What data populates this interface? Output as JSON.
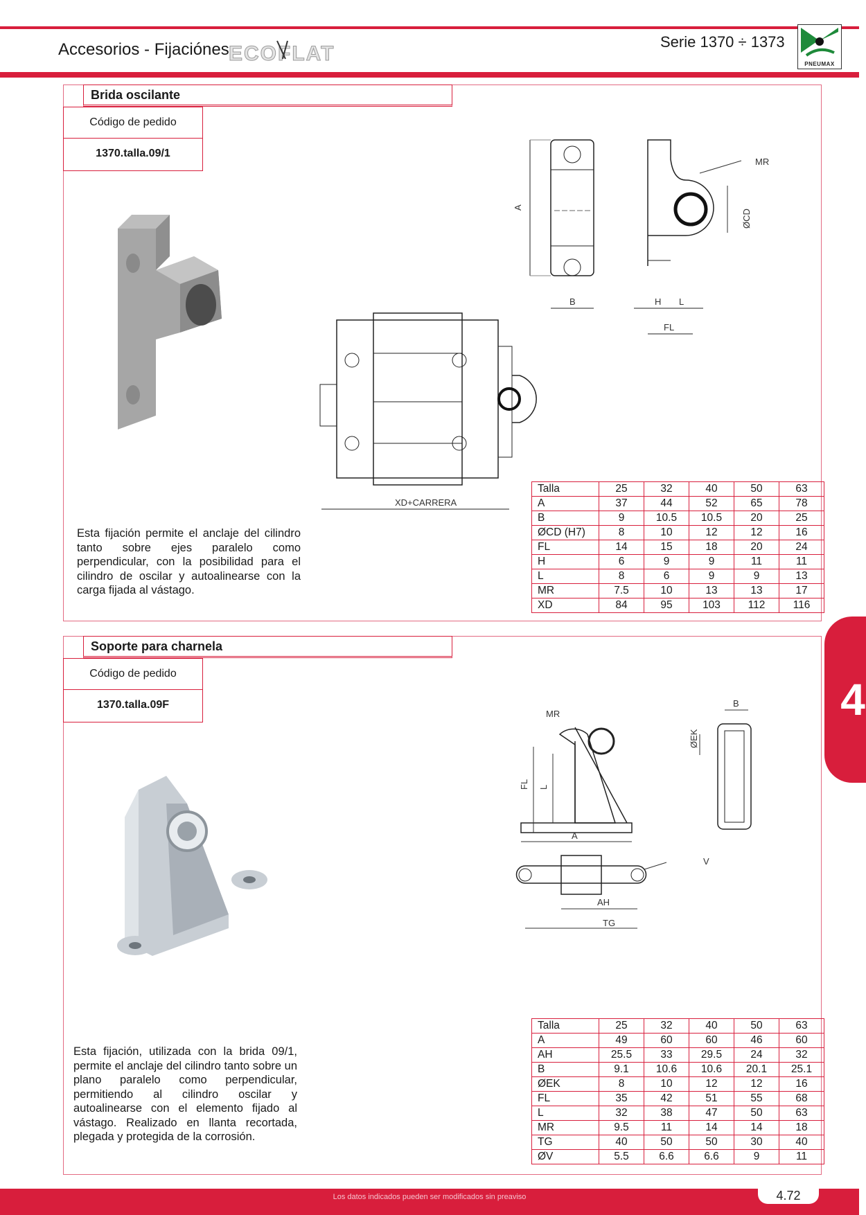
{
  "header": {
    "title": "Accesorios - Fijaciónes",
    "brand": "ECOFLAT",
    "series": "Serie 1370 ÷ 1373",
    "logo_text": "PNEUMAX"
  },
  "section1": {
    "title": "Brida oscilante",
    "order_label": "Código de pedido",
    "order_code": "1370.talla.09/1",
    "description": "Esta fijación permite el anclaje del cilindro tanto sobre ejes paralelo como perpendicular, con la posibilidad para el cilindro de oscilar y autoalinearse con la carga fijada al vástago.",
    "drawing_labels": {
      "a": "A",
      "b": "B",
      "mr": "MR",
      "cd": "ØCD",
      "h": "H",
      "l": "L",
      "fl": "FL",
      "xd": "XD+CARRERA"
    },
    "table": {
      "header": [
        "Talla",
        "25",
        "32",
        "40",
        "50",
        "63"
      ],
      "rows": [
        [
          "A",
          "37",
          "44",
          "52",
          "65",
          "78"
        ],
        [
          "B",
          "9",
          "10.5",
          "10.5",
          "20",
          "25"
        ],
        [
          "ØCD (H7)",
          "8",
          "10",
          "12",
          "12",
          "16"
        ],
        [
          "FL",
          "14",
          "15",
          "18",
          "20",
          "24"
        ],
        [
          "H",
          "6",
          "9",
          "9",
          "11",
          "11"
        ],
        [
          "L",
          "8",
          "6",
          "9",
          "9",
          "13"
        ],
        [
          "MR",
          "7.5",
          "10",
          "13",
          "13",
          "17"
        ],
        [
          "XD",
          "84",
          "95",
          "103",
          "112",
          "116"
        ]
      ]
    }
  },
  "section2": {
    "title": "Soporte para charnela",
    "order_label": "Código de pedido",
    "order_code": "1370.talla.09F",
    "description": "Esta fijación, utilizada con la brida 09/1, permite el anclaje del cilindro tanto sobre un plano paralelo como perpendicular, permitiendo al cilindro oscilar y autoalinearse con el elemento fijado al vástago. Realizado en llanta recortada, plegada y protegida de la corrosión.",
    "drawing_labels": {
      "mr": "MR",
      "fl": "FL",
      "l": "L",
      "a": "A",
      "b": "B",
      "ek": "ØEK",
      "v": "V",
      "ah": "AH",
      "tg": "TG"
    },
    "table": {
      "header": [
        "Talla",
        "25",
        "32",
        "40",
        "50",
        "63"
      ],
      "rows": [
        [
          "A",
          "49",
          "60",
          "60",
          "46",
          "60"
        ],
        [
          "AH",
          "25.5",
          "33",
          "29.5",
          "24",
          "32"
        ],
        [
          "B",
          "9.1",
          "10.6",
          "10.6",
          "20.1",
          "25.1"
        ],
        [
          "ØEK",
          "8",
          "10",
          "12",
          "12",
          "16"
        ],
        [
          "FL",
          "35",
          "42",
          "51",
          "55",
          "68"
        ],
        [
          "L",
          "32",
          "38",
          "47",
          "50",
          "63"
        ],
        [
          "MR",
          "9.5",
          "11",
          "14",
          "14",
          "18"
        ],
        [
          "TG",
          "40",
          "50",
          "50",
          "30",
          "40"
        ],
        [
          "ØV",
          "5.5",
          "6.6",
          "6.6",
          "9",
          "11"
        ]
      ]
    }
  },
  "side_tab": "4",
  "footer": {
    "note": "Los datos indicados pueden ser modificados sin preaviso",
    "page": "4.72"
  },
  "colors": {
    "accent": "#d81e3c",
    "frame": "#e36a82"
  }
}
